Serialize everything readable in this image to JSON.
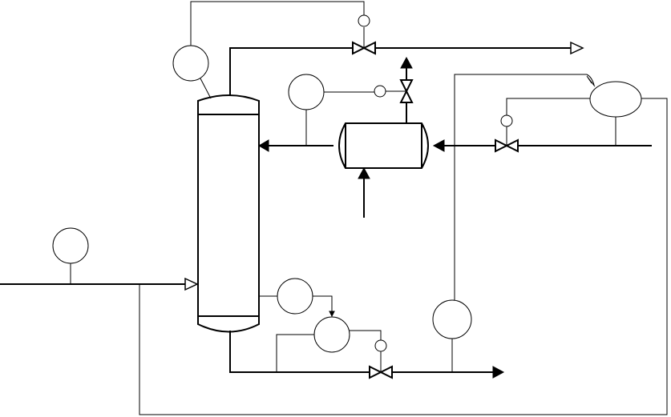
{
  "diagram": {
    "kind": "process-flow-schematic",
    "colors": {
      "line": "#000000",
      "background": "#ffffff"
    },
    "equipment": [
      "distillation-column",
      "condenser-drum"
    ],
    "instruments": [
      "column-top-instrument",
      "condenser-instrument",
      "feed-instrument",
      "column-bottom-instrument",
      "flow-controller-bottom",
      "product-instrument",
      "ratio-controller-right"
    ],
    "valves": [
      "top-vapor-valve",
      "vent-valve",
      "reflux-valve",
      "bottoms-valve"
    ]
  }
}
